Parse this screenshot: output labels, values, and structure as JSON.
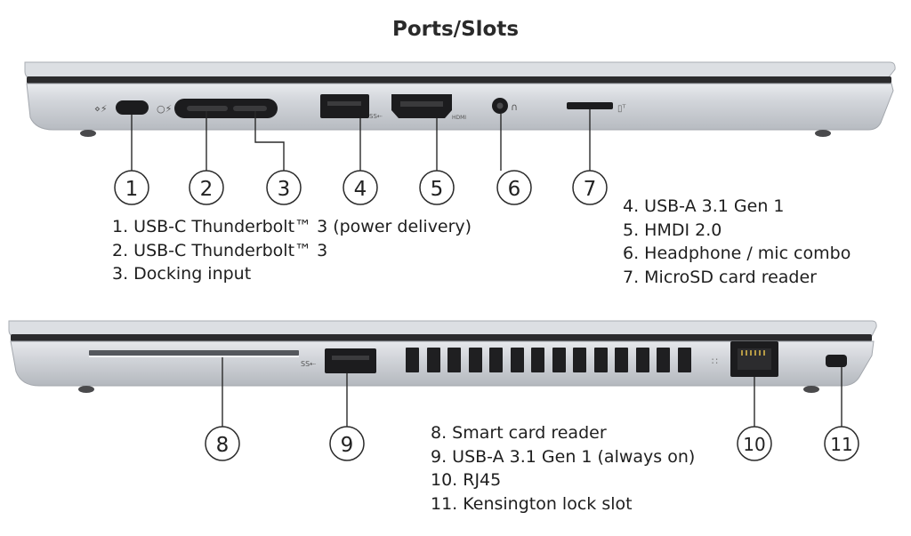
{
  "title": "Ports/Slots",
  "top_view": {
    "icons": {
      "charge_glyph": "⋄⚡",
      "thunderbolt_glyph": "○⚡",
      "usb_ss_glyph": "SS⇠",
      "hdmi_glyph": "HDMI",
      "headphone_glyph": "∩",
      "sd_glyph": "▯ᵀ"
    },
    "callouts": [
      "1",
      "2",
      "3",
      "4",
      "5",
      "6",
      "7"
    ],
    "legend_left": [
      "1. USB-C Thunderbolt™ 3 (power delivery)",
      "2. USB-C Thunderbolt™ 3",
      "3. Docking input"
    ],
    "legend_right": [
      "4. USB-A 3.1 Gen 1",
      "5. HMDI 2.0",
      "6. Headphone / mic combo",
      "7. MicroSD card reader"
    ]
  },
  "bottom_view": {
    "icons": {
      "usb_ss_glyph": "SS⇠",
      "ethernet_glyph": "∷"
    },
    "callouts": [
      "8",
      "9",
      "10",
      "11"
    ],
    "legend": [
      "8. Smart card reader",
      "9. USB-A 3.1 Gen 1 (always on)",
      "10. RJ45",
      "11. Kensington lock slot"
    ]
  },
  "colors": {
    "chassis": "#c9ccd1",
    "chassis_light": "#e4e6ea",
    "chassis_dark": "#9ea2a8",
    "port": "#1c1c1e",
    "callout_stroke": "#2a2a2a"
  }
}
